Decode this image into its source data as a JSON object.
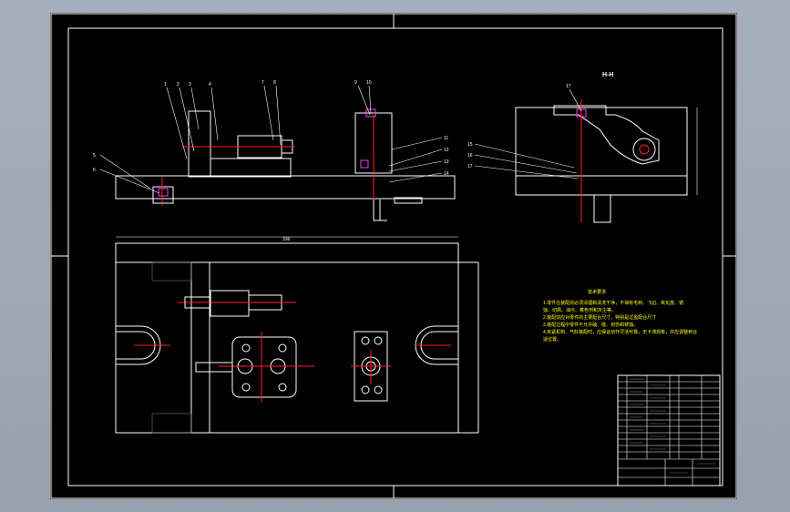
{
  "drawing": {
    "section_label": "H-H",
    "tech_title": "技术要求",
    "tech_notes": [
      "1.零件在装配前必须清理和清洗干净，不得有毛刺、飞边、氧化皮、锈",
      "蚀、切屑、油污、着色剂和灰尘等。",
      "2.装配前应对零件的主要配合尺寸，特别是过盈配合尺寸",
      "3.装配过程中零件不允许磕、碰、划伤和锈蚀。",
      "4.夹紧机构、气缸装配时，应保证动作灵活可靠，无卡滞现象，并应调整到合",
      "适位置。"
    ],
    "colors": {
      "sheet": "#000000",
      "line": "#ffffff",
      "hatch": "#ffff00",
      "center": "#ff2020",
      "highlight": "#ff33ff"
    }
  }
}
